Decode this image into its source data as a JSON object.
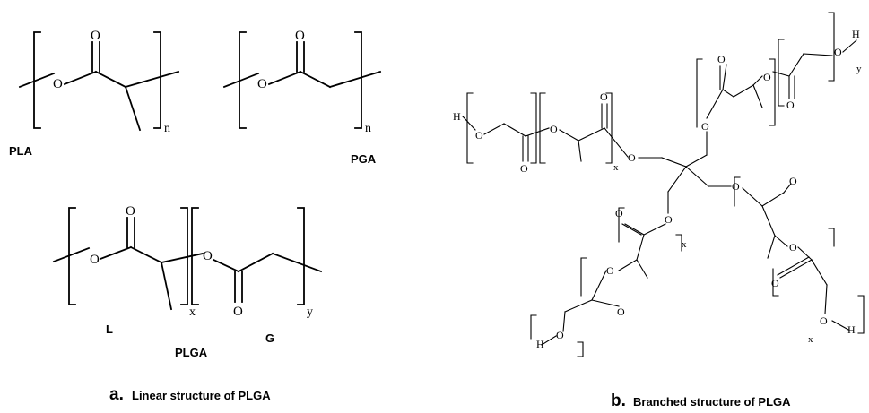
{
  "labels": {
    "pla": "PLA",
    "pga": "PGA",
    "plga": "PLGA",
    "l": "L",
    "g": "G"
  },
  "atoms": {
    "o": "O",
    "h": "H"
  },
  "subscripts": {
    "n": "n",
    "x": "x",
    "y": "y"
  },
  "captions": {
    "a_letter": "a.",
    "a_text": "Linear structure of PLGA",
    "b_letter": "b.",
    "b_text": "Branched structure of PLGA"
  }
}
